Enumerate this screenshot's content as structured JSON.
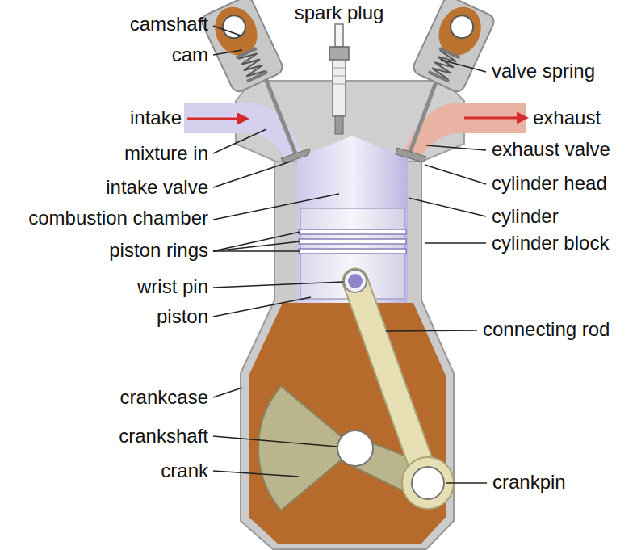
{
  "diagram": {
    "labels": [
      "spark plug",
      "camshaft",
      "cam",
      "valve spring",
      "intake",
      "exhaust",
      "mixture in",
      "exhaust valve",
      "intake valve",
      "cylinder head",
      "combustion chamber",
      "cylinder",
      "piston rings",
      "cylinder block",
      "wrist pin",
      "piston",
      "connecting rod",
      "crankcase",
      "crankshaft",
      "crank",
      "crankpin"
    ]
  }
}
